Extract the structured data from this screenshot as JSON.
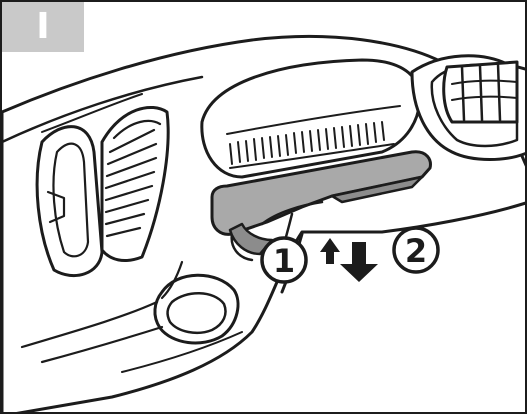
{
  "panel": {
    "label": "I"
  },
  "callouts": {
    "step_1": "1",
    "step_2": "2"
  },
  "colors": {
    "outline": "#1c1c1c",
    "label_background": "#c9c9c9",
    "label_text": "#ffffff",
    "lever_fill": "#a9a9a9",
    "lever_dark": "#8c8c8c",
    "background": "#ffffff"
  }
}
